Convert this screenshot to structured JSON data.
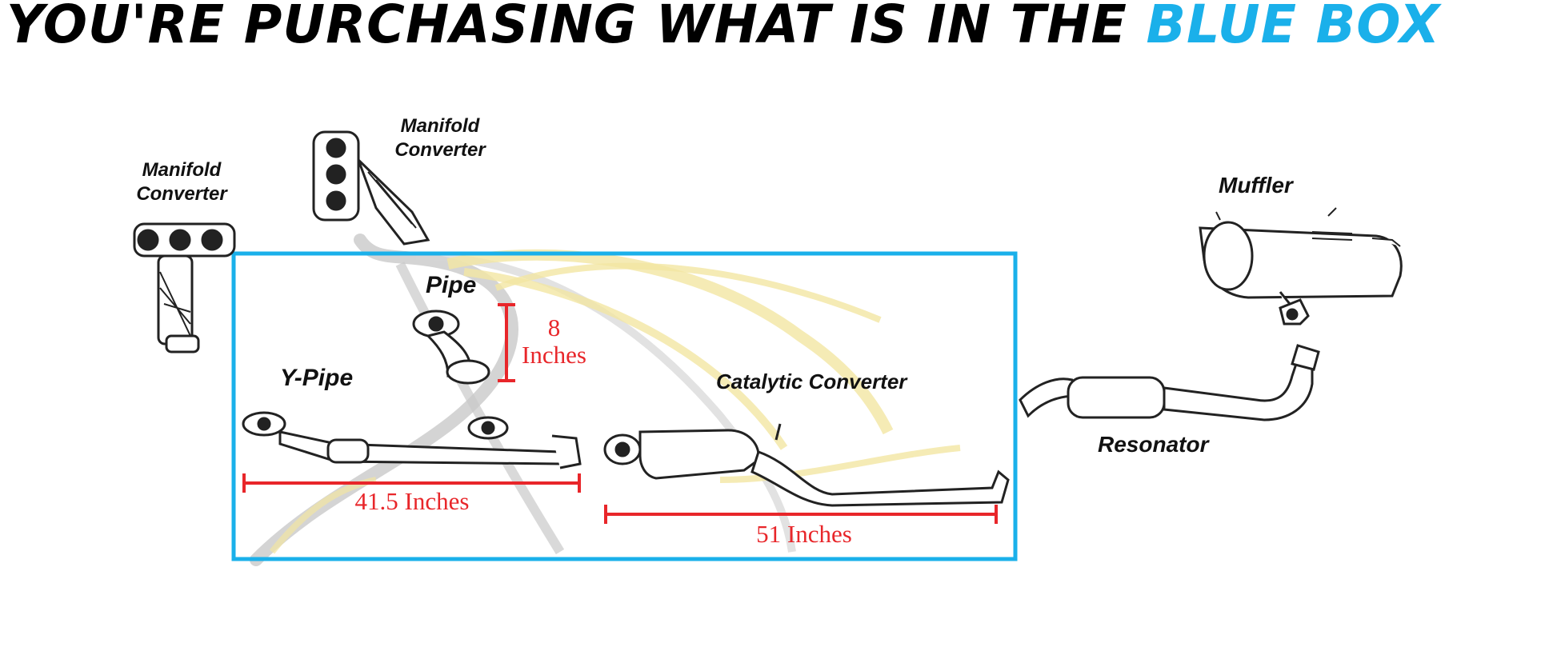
{
  "headline": {
    "main": "YOU'RE PURCHASING WHAT IS IN THE ",
    "accent": "BLUE BOX"
  },
  "colors": {
    "accent": "#1ab0ea",
    "measure": "#e8262a",
    "watermark": "#f2e6a3",
    "outline": "#333333"
  },
  "parts": {
    "manifold_left": {
      "line1": "Manifold",
      "line2": "Converter"
    },
    "manifold_top": {
      "line1": "Manifold",
      "line2": "Converter"
    },
    "pipe": "Pipe",
    "y_pipe": "Y-Pipe",
    "catalytic": "Catalytic Converter",
    "muffler": "Muffler",
    "resonator": "Resonator"
  },
  "measurements": {
    "pipe_value": "8",
    "pipe_unit": "Inches",
    "y_pipe": "41.5 Inches",
    "catalytic": "51 Inches"
  }
}
